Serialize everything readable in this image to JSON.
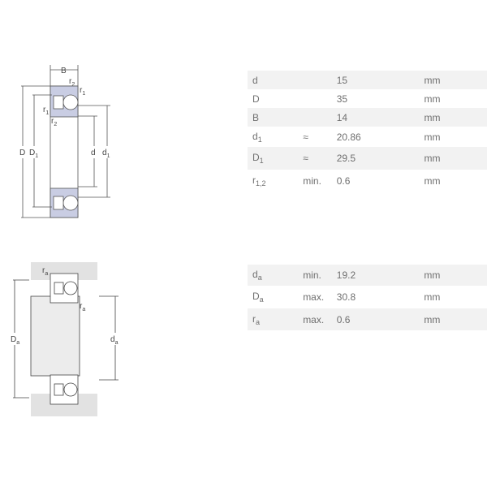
{
  "bearing_diagram": {
    "labels": {
      "B": "B",
      "D": "D",
      "D1": "D",
      "d": "d",
      "d1": "d",
      "r1": "r",
      "r2": "r",
      "sub1": "1",
      "sub2": "2"
    }
  },
  "mounting_diagram": {
    "labels": {
      "Da": "D",
      "da": "d",
      "ra": "r",
      "sub_a": "a"
    }
  },
  "dimensions": [
    {
      "symbol": "d",
      "sub": "",
      "qualifier": "",
      "value": "15",
      "unit": "mm"
    },
    {
      "symbol": "D",
      "sub": "",
      "qualifier": "",
      "value": "35",
      "unit": "mm"
    },
    {
      "symbol": "B",
      "sub": "",
      "qualifier": "",
      "value": "14",
      "unit": "mm"
    },
    {
      "symbol": "d",
      "sub": "1",
      "qualifier": "≈",
      "value": "20.86",
      "unit": "mm"
    },
    {
      "symbol": "D",
      "sub": "1",
      "qualifier": "≈",
      "value": "29.5",
      "unit": "mm"
    },
    {
      "symbol": "r",
      "sub": "1,2",
      "qualifier": "min.",
      "value": "0.6",
      "unit": "mm"
    }
  ],
  "abutment": [
    {
      "symbol": "d",
      "sub": "a",
      "qualifier": "min.",
      "value": "19.2",
      "unit": "mm"
    },
    {
      "symbol": "D",
      "sub": "a",
      "qualifier": "max.",
      "value": "30.8",
      "unit": "mm"
    },
    {
      "symbol": "r",
      "sub": "a",
      "qualifier": "max.",
      "value": "0.6",
      "unit": "mm"
    }
  ]
}
